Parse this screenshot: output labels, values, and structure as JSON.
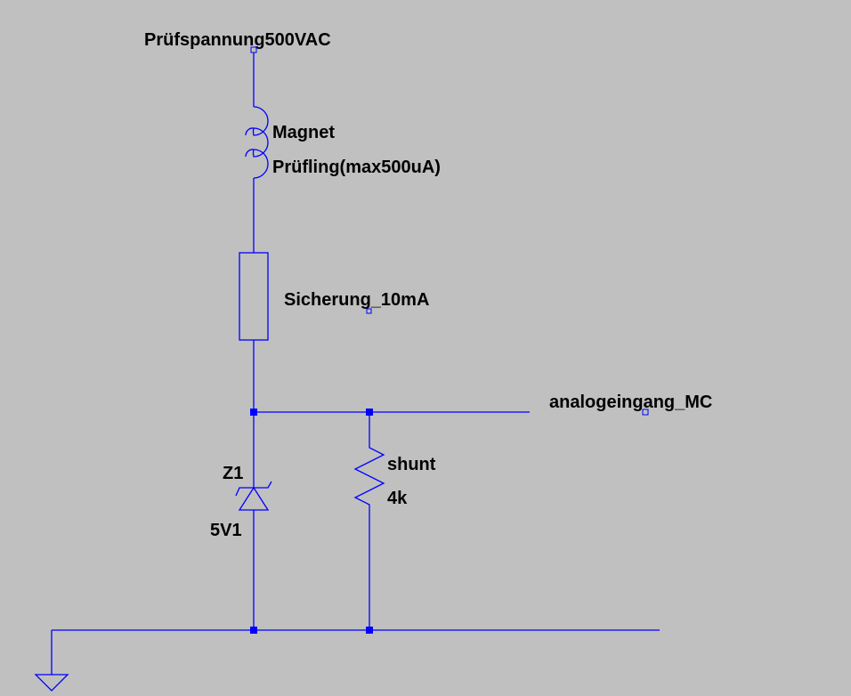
{
  "schematic": {
    "colors": {
      "background": "#c0c0c0",
      "wire": "#0000ff",
      "text": "#000000"
    },
    "net_labels": {
      "test_voltage": "Prüfspannung500VAC",
      "analog_input": "analogeingang_MC"
    },
    "inductor": {
      "name": "Magnet",
      "value": "Prüfling(max500uA)"
    },
    "fuse": {
      "name": "Sicherung_10mA"
    },
    "zener": {
      "name": "Z1",
      "value": "5V1"
    },
    "resistor": {
      "name": "shunt",
      "value": "4k"
    }
  }
}
